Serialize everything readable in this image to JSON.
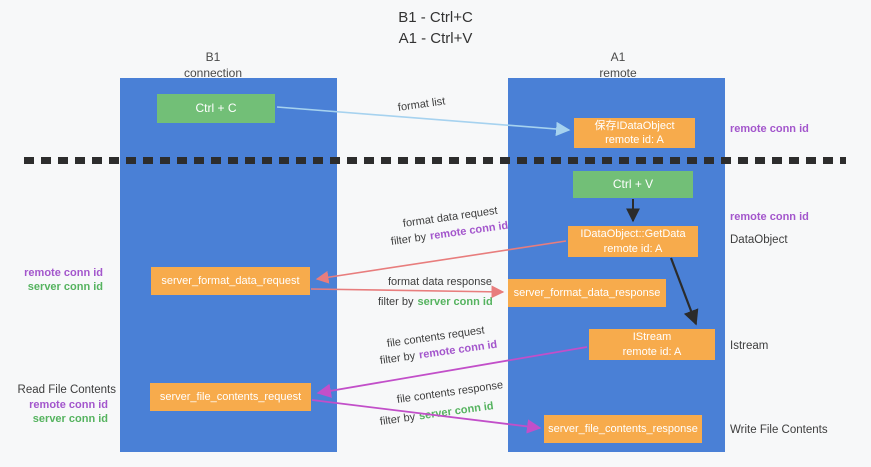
{
  "title": {
    "line1": "B1 - Ctrl+C",
    "line2": "A1 - Ctrl+V"
  },
  "lifelines": {
    "left": {
      "name": "B1",
      "role": "connection"
    },
    "right": {
      "name": "A1",
      "role": "remote"
    }
  },
  "boxes": {
    "ctrl_c": {
      "label": "Ctrl + C"
    },
    "save_dataobject": {
      "line1": "保存IDataObject",
      "line2": "remote id: A"
    },
    "ctrl_v": {
      "label": "Ctrl + V"
    },
    "getdata": {
      "line1": "IDataObject::GetData",
      "line2": "remote id: A"
    },
    "server_format_data_request": {
      "label": "server_format_data_request"
    },
    "server_format_data_response": {
      "label": "server_format_data_response"
    },
    "istream": {
      "line1": "IStream",
      "line2": "remote id: A"
    },
    "server_file_contents_request": {
      "label": "server_file_contents_request"
    },
    "server_file_contents_response": {
      "label": "server_file_contents_response"
    }
  },
  "flow_labels": {
    "format_list": "format list",
    "format_data_request": "format data request",
    "format_data_response": "format data response",
    "file_contents_request": "file contents request",
    "file_contents_response": "file contents response",
    "filter_by": "filter by",
    "remote_conn_id": "remote conn id",
    "server_conn_id": "server conn id"
  },
  "side_labels": {
    "remote_conn_id_top_right": "remote conn id",
    "remote_conn_id_mid_right": "remote conn id",
    "dataobject": "DataObject",
    "istream": "Istream",
    "write_file_contents": "Write File Contents",
    "remote_conn_id_left_1": "remote conn id",
    "server_conn_id_left_1": "server conn id",
    "read_file_contents": "Read File Contents",
    "remote_conn_id_left_2": "remote conn id",
    "server_conn_id_left_2": "server conn id"
  },
  "colors": {
    "background": "#f7f8f9",
    "panel_blue": "#4a80d6",
    "box_green": "#72bf77",
    "box_orange": "#f7ab4c",
    "purple": "#a356cc",
    "green_text": "#55b35f",
    "salmon_arrow": "#e87d7d",
    "magenta_arrow": "#c24fc9",
    "light_blue_arrow": "#a6d2ef",
    "black_arrow": "#2b2b2b",
    "dash": "#2d2d2d",
    "text": "#3d3d3d"
  }
}
